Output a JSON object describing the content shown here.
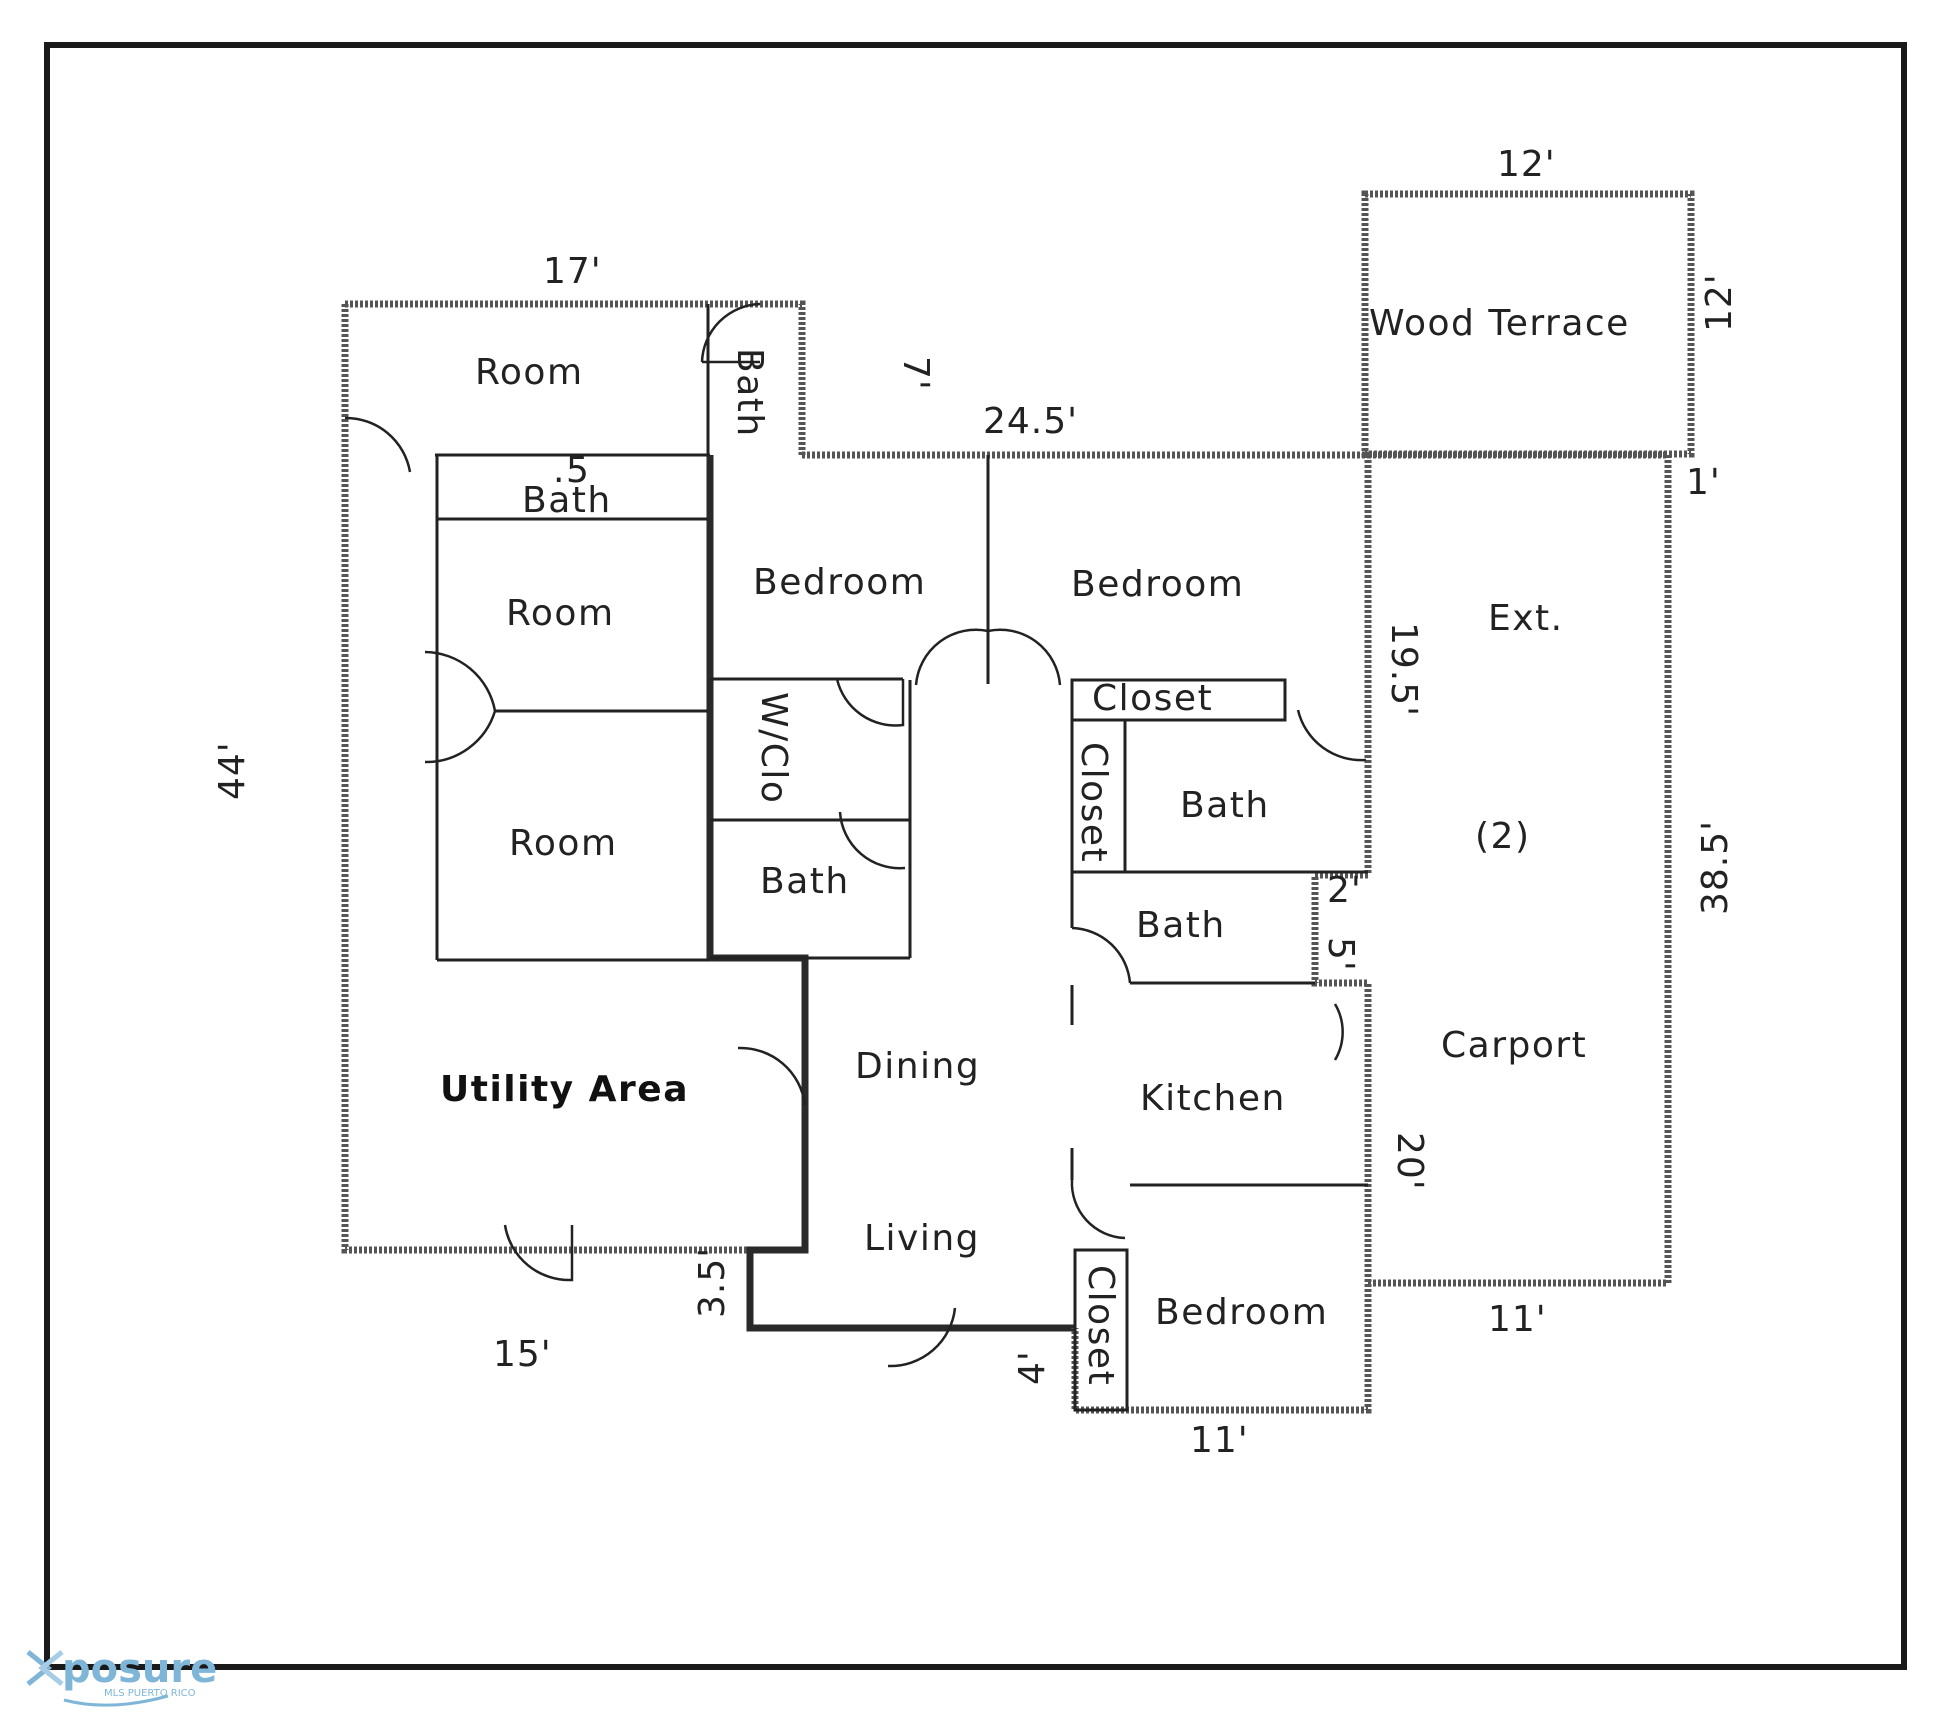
{
  "rooms": {
    "room_top": "Room",
    "bath_top": "Bath",
    "half_bath_num": ".5",
    "half_bath": "Bath",
    "room_mid": "Room",
    "room_low": "Room",
    "bedroom_left": "Bedroom",
    "bedroom_right": "Bedroom",
    "wclo": "W/Clo",
    "bath_mid": "Bath",
    "closet_top": "Closet",
    "closet_side": "Closet",
    "bath_right": "Bath",
    "bath_lower": "Bath",
    "utility": "Utility Area",
    "dining": "Dining",
    "kitchen": "Kitchen",
    "living": "Living",
    "closet_bottom": "Closet",
    "bedroom_bottom": "Bedroom",
    "wood_terrace": "Wood Terrace",
    "ext": "Ext.",
    "count": "(2)",
    "carport": "Carport"
  },
  "dimensions": {
    "top_left_width": "17'",
    "terrace_width": "12'",
    "terrace_depth": "12'",
    "seven": "7'",
    "main_width": "24.5'",
    "one": "1'",
    "left_depth": "44'",
    "nineteen": "19.5'",
    "thirty_eight": "38.5'",
    "two": "2'",
    "five": "5'",
    "twenty": "20'",
    "three_five": "3.5'",
    "fifteen": "15'",
    "carport_width": "11'",
    "four": "4'",
    "bottom_width": "11'"
  },
  "logo": {
    "text": "posure",
    "sub": "MLS PUERTO RICO"
  }
}
